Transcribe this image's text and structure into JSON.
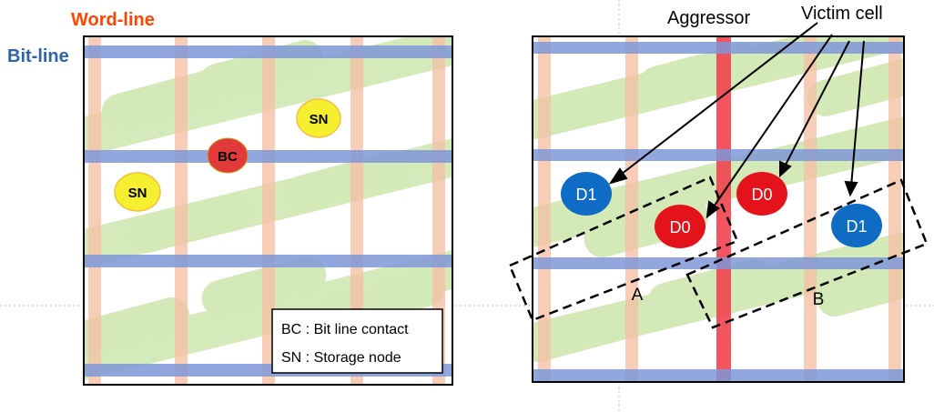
{
  "labels": {
    "word_line": "Word-line",
    "bit_line": "Bit-line",
    "aggressor": "Aggressor",
    "victim_cell": "Victim cell"
  },
  "left_panel": {
    "contacts": {
      "bc": "BC",
      "sn_top": "SN",
      "sn_left": "SN"
    },
    "legend": {
      "line1": "BC : Bit line contact",
      "line2": "SN : Storage node"
    }
  },
  "right_panel": {
    "cells": {
      "d1_left": "D1",
      "d0_middle": "D0",
      "d0_right": "D0",
      "d1_right": "D1"
    },
    "regions": {
      "a": "A",
      "b": "B"
    }
  },
  "colors": {
    "word_line": "#f5c1a5",
    "bit_line": "#7f98d8",
    "active_area": "#d3e9b7",
    "aggressor": "#f1434f",
    "bc": "#e23a3a",
    "sn": "#f5ef2f",
    "d0": "#e3121b",
    "d1": "#0e6cc4",
    "word_line_label": "#ff4500",
    "bit_line_label": "#2f62a8"
  }
}
